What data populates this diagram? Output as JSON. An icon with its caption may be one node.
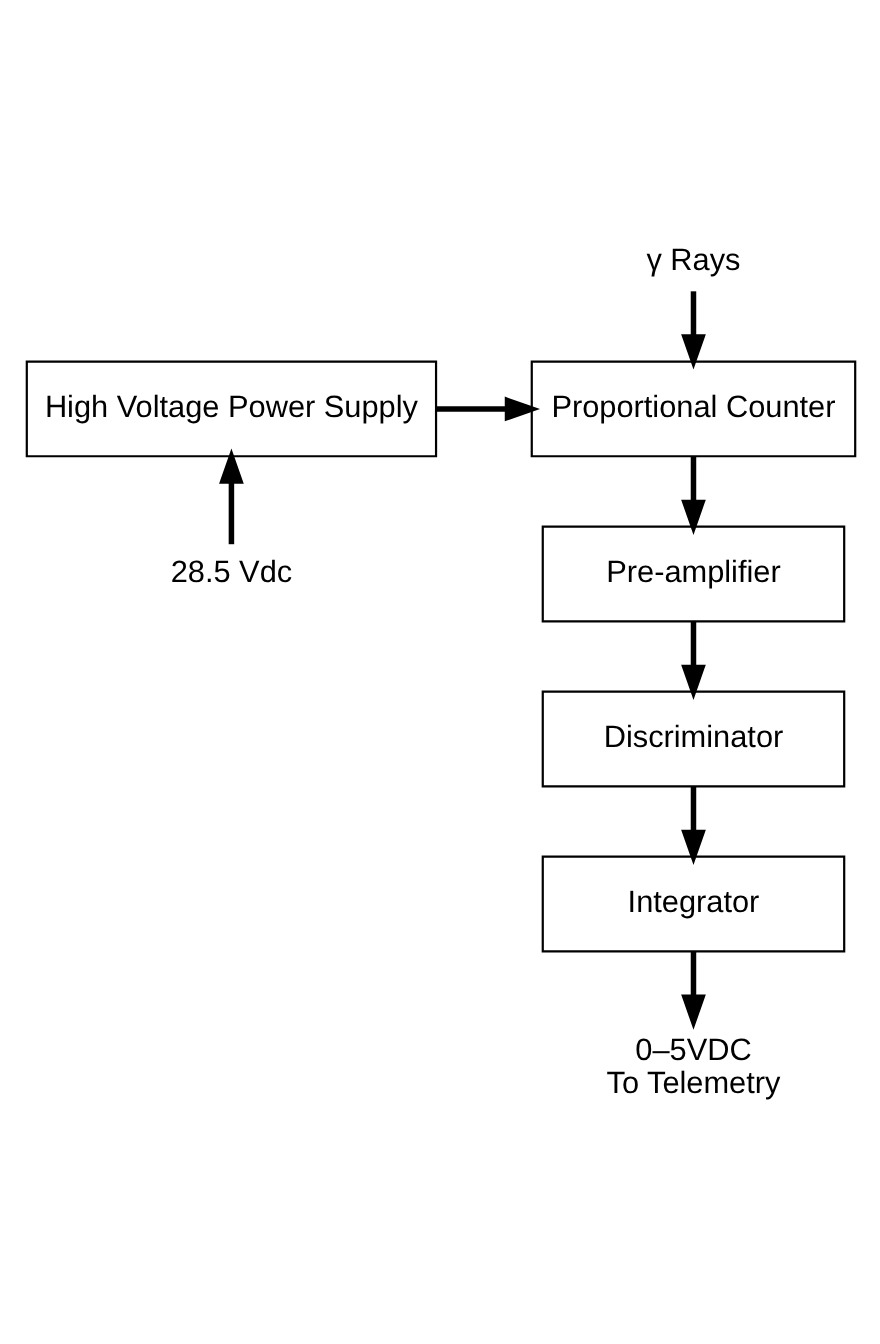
{
  "diagram": {
    "nodes": [
      {
        "text": [
          "γ Rays"
        ]
      },
      {
        "text": [
          "Proportional Counter"
        ]
      },
      {
        "text": [
          "High Voltage Power Supply"
        ]
      },
      {
        "text": [
          "28.5 Vdc"
        ]
      },
      {
        "text": [
          "Pre-amplifier"
        ]
      },
      {
        "text": [
          "Discriminator"
        ]
      },
      {
        "text": [
          "Integrator"
        ]
      },
      {
        "text": [
          "0–5VDC",
          "To Telemetry"
        ]
      }
    ],
    "edges": [
      {
        "from": 0,
        "to": 1,
        "arrow": "to"
      },
      {
        "from": 2,
        "to": 1,
        "arrow": "to"
      },
      {
        "from": 3,
        "to": 2,
        "arrow": "to"
      },
      {
        "from": 1,
        "to": 4,
        "arrow": "to"
      },
      {
        "from": 4,
        "to": 5,
        "arrow": "to"
      },
      {
        "from": 5,
        "to": 6,
        "arrow": "to"
      },
      {
        "from": 6,
        "to": 7,
        "arrow": "to"
      }
    ]
  }
}
